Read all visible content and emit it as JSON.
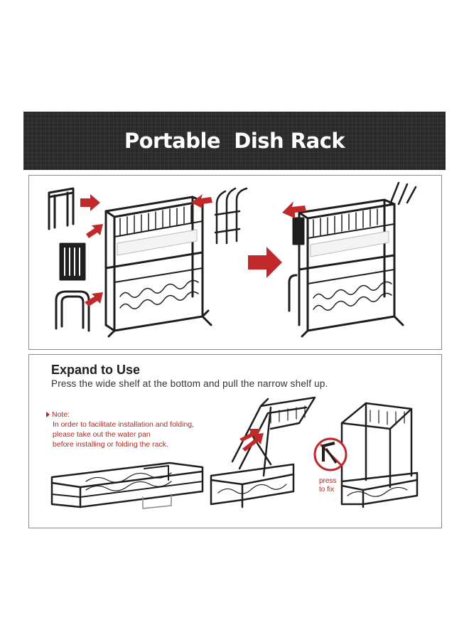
{
  "banner": {
    "title": "Portable  Dish Rack"
  },
  "expand": {
    "title": "Expand to Use",
    "subtitle": "Press the wide shelf at the bottom and pull the narrow shelf up."
  },
  "note": {
    "heading": "Note:",
    "lines": [
      "In order to facilitate installation and folding,",
      "please take out the water pan",
      "before installing or folding the rack."
    ]
  },
  "press_label": {
    "line1": "press",
    "line2": "to fix"
  },
  "colors": {
    "accent": "#c0282a",
    "rack": "#1e1e1e",
    "banner": "#2a2a2a"
  }
}
